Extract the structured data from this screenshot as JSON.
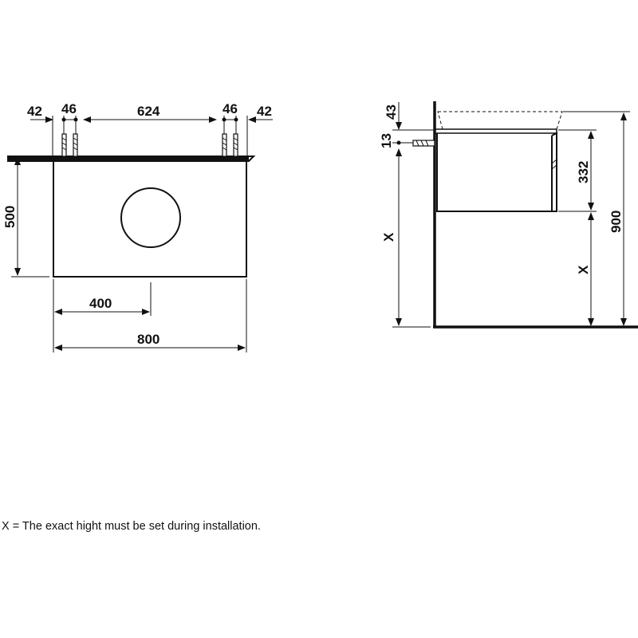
{
  "front_view": {
    "width_total": "800",
    "width_to_center": "400",
    "height": "500",
    "bracket_offset_left": "42",
    "bracket_spacing_left": "46",
    "bracket_span": "624",
    "bracket_spacing_right": "46",
    "bracket_offset_right": "42"
  },
  "side_view": {
    "dim_43": "43",
    "dim_13": "13",
    "dim_332": "332",
    "dim_900": "900",
    "dim_x_left": "X",
    "dim_x_right": "X"
  },
  "footnote": "X = The exact hight must be set during installation."
}
